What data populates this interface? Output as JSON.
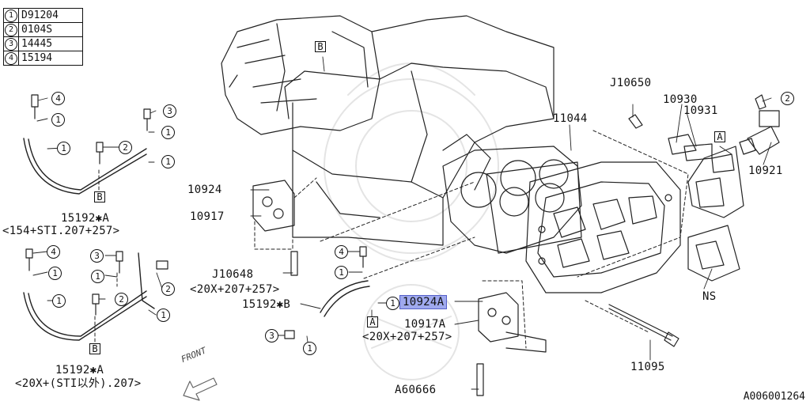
{
  "legend": [
    {
      "num": "1",
      "code": "D91204"
    },
    {
      "num": "2",
      "code": "0104S"
    },
    {
      "num": "3",
      "code": "14445"
    },
    {
      "num": "4",
      "code": "15194"
    }
  ],
  "parts": {
    "p_10924": "10924",
    "p_10917": "10917",
    "p_j10648": "J10648",
    "p_j10648_sub": "<20X+207+257>",
    "p_15192b": "15192✱B",
    "p_10924a": "10924A",
    "p_10917a": "10917A",
    "p_10917a_sub": "<20X+207+257>",
    "p_a60666": "A60666",
    "p_11095": "11095",
    "p_ns": "NS",
    "p_10921": "10921",
    "p_10930": "10930",
    "p_10931": "10931",
    "p_j10650": "J10650",
    "p_11044": "11044",
    "p_15192a_top": "15192✱A",
    "p_15192a_top_sub": "<154+STI.207+257>",
    "p_15192a_bot": "15192✱A",
    "p_15192a_bot_sub": "<20X+(STI以外).207>"
  },
  "refs": {
    "a": "A",
    "b": "B"
  },
  "callouts": {
    "c1": "1",
    "c2": "2",
    "c3": "3",
    "c4": "4"
  },
  "front": "FRONT",
  "catalog_id": "A006001264"
}
